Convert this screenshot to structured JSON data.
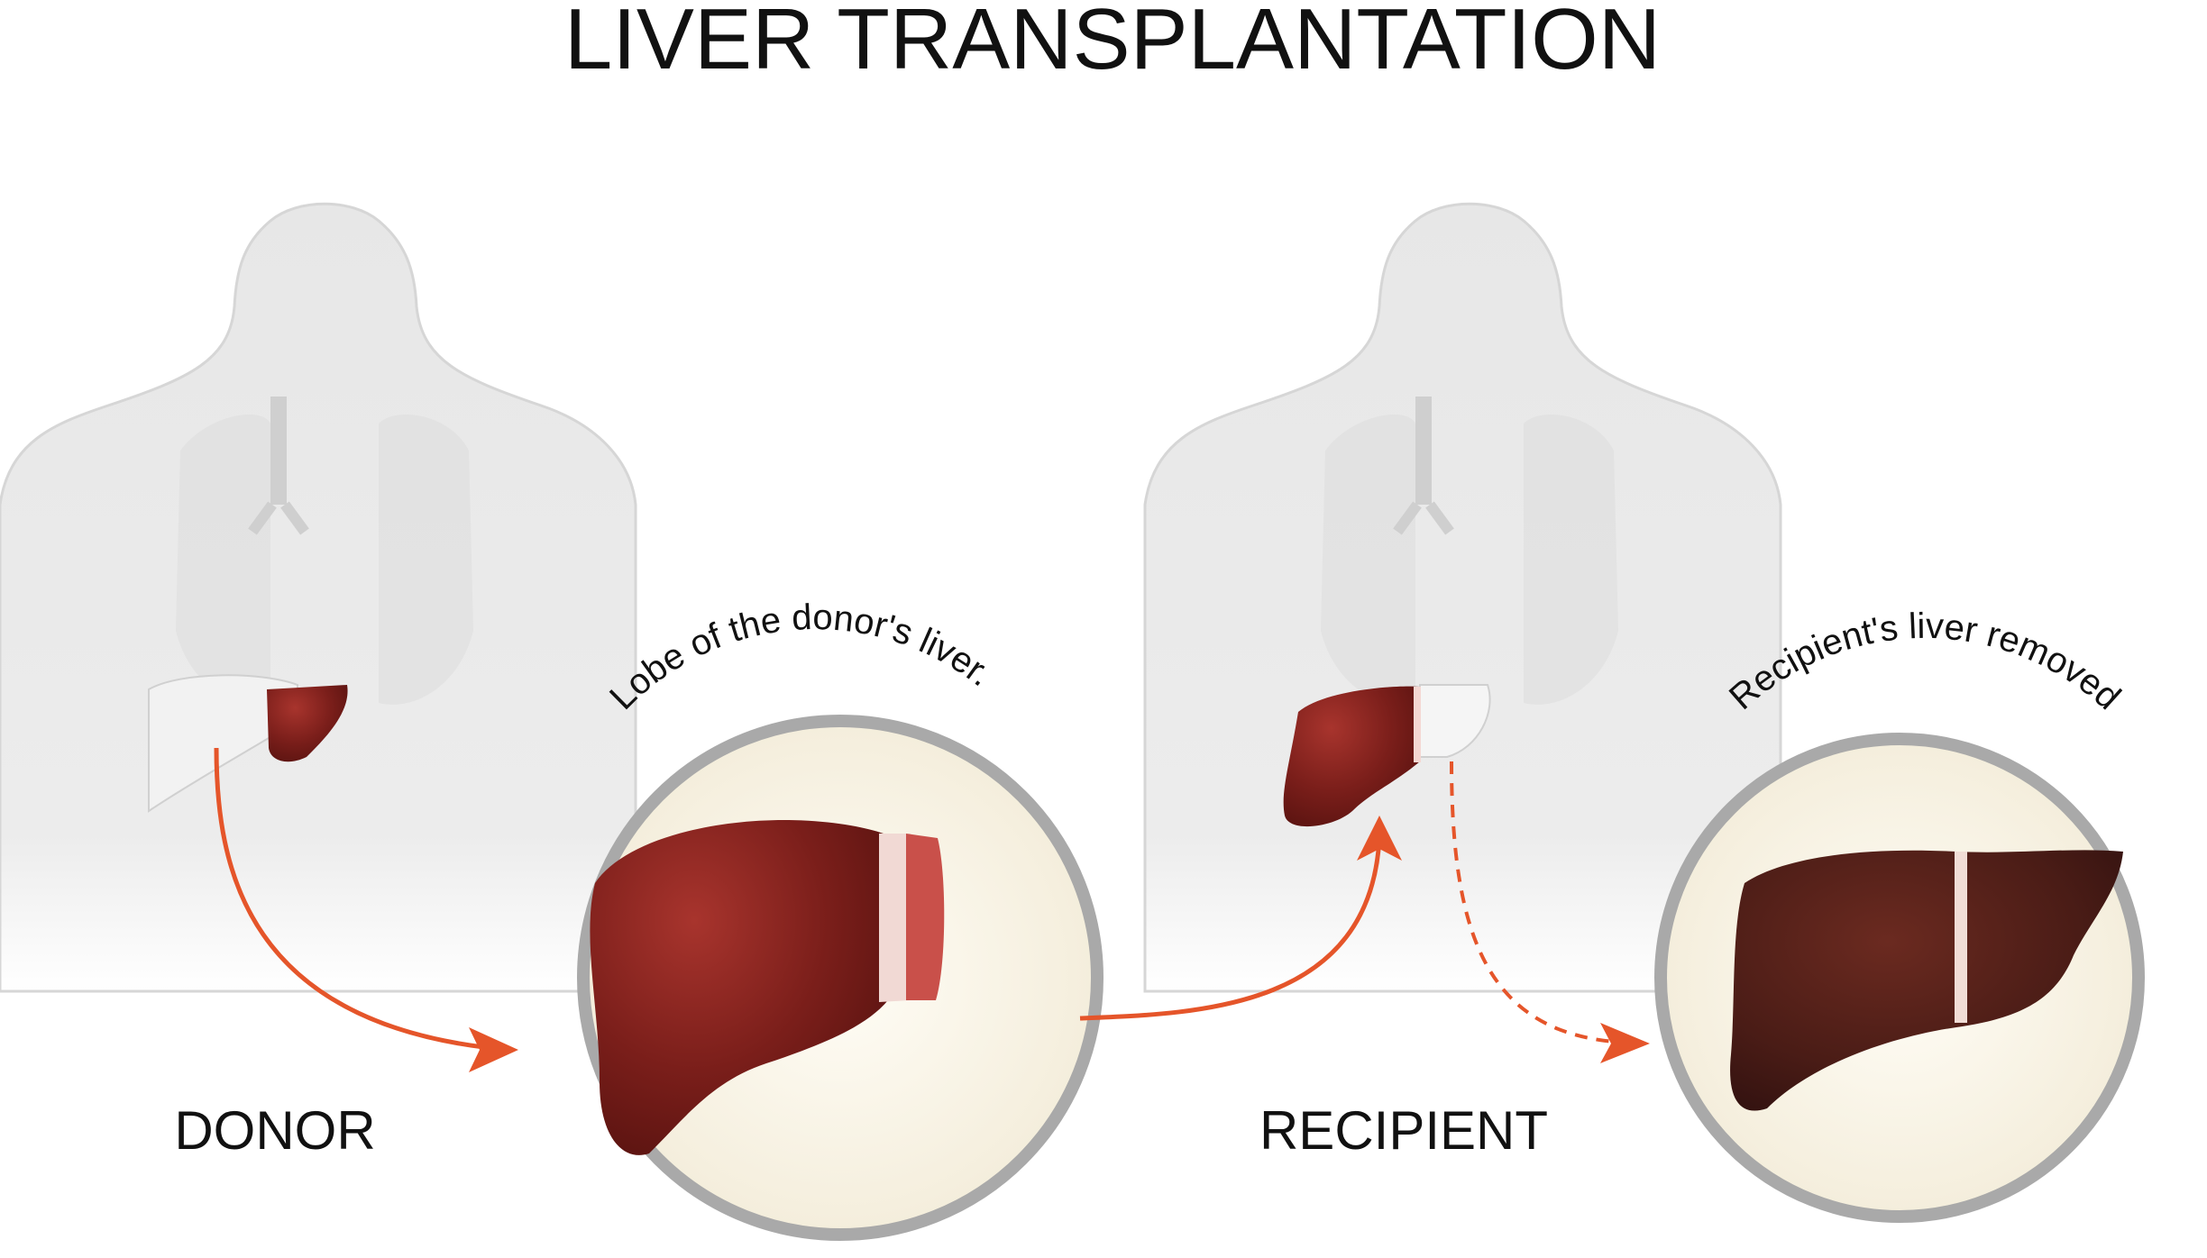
{
  "title": "LIVER TRANSPLANTATION",
  "donor": {
    "label": "DONOR",
    "callout": "Lobe of the donor's liver."
  },
  "recipient": {
    "label": "RECIPIENT",
    "callout": "Recipient's liver removed"
  },
  "colors": {
    "silhouette": "#e6e6e6",
    "silhouette_shadow": "#d2d2d2",
    "liver_donor": "#7a1e1a",
    "liver_cut_face": "#c9504a",
    "liver_removed": "#4a1c16",
    "arrow": "#e5552a",
    "circle_fill": "#fbf7ec",
    "circle_ring": "#a9a9a9"
  },
  "icons": [
    "donor-body-icon",
    "recipient-body-icon",
    "liver-icon",
    "arrow-icon"
  ]
}
